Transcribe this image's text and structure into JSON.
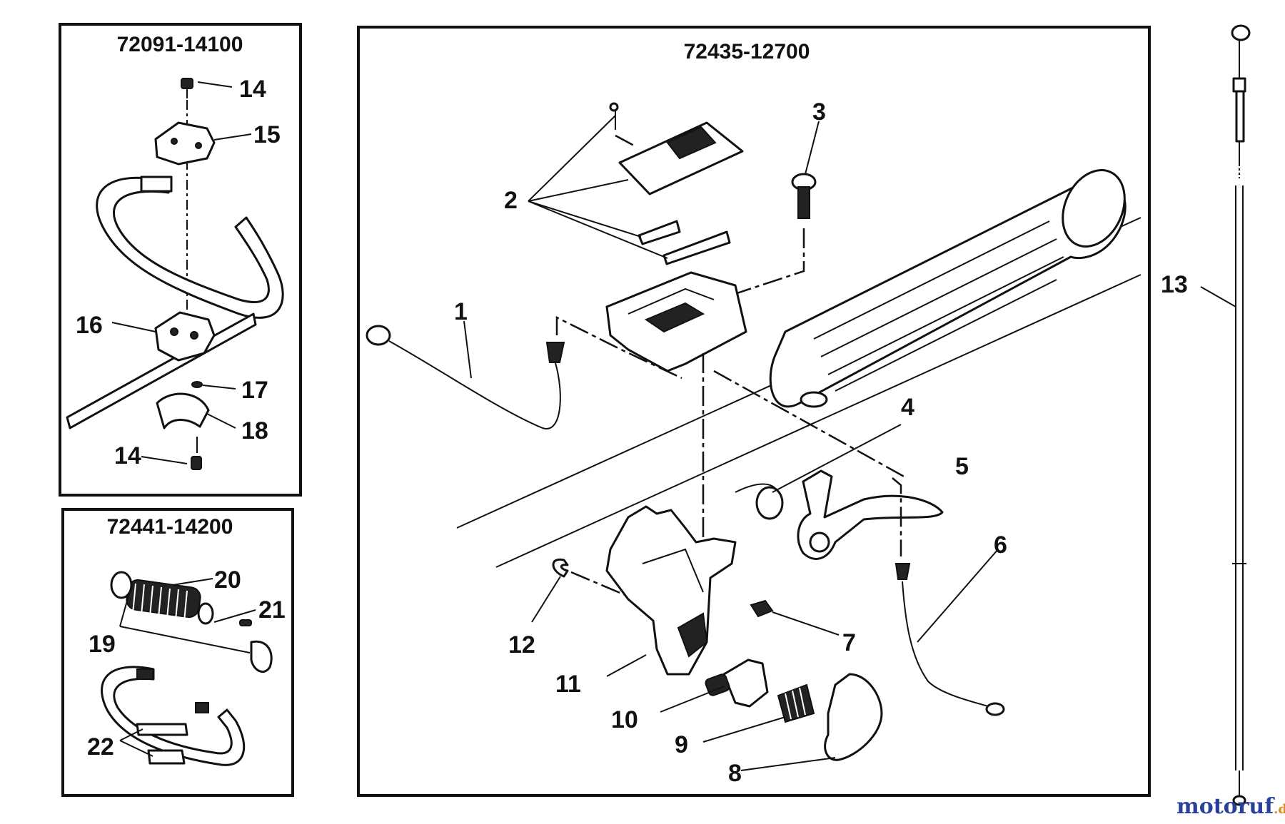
{
  "diagram": {
    "kit_left_top": "72091-14100",
    "kit_main": "72435-12700",
    "kit_left_bottom": "72441-14200",
    "watermark_main": "motoruf",
    "watermark_suffix": ".de",
    "callouts": {
      "c1": "1",
      "c2": "2",
      "c3": "3",
      "c4": "4",
      "c5": "5",
      "c6": "6",
      "c7": "7",
      "c8": "8",
      "c9": "9",
      "c10": "10",
      "c11": "11",
      "c12": "12",
      "c13": "13",
      "c14a": "14",
      "c14b": "14",
      "c15": "15",
      "c16": "16",
      "c17": "17",
      "c18": "18",
      "c19": "19",
      "c20": "20",
      "c21": "21",
      "c22": "22"
    },
    "colors": {
      "ink": "#111111",
      "watermark_blue": "#2a3f9a",
      "watermark_orange": "#e08a1e"
    }
  }
}
